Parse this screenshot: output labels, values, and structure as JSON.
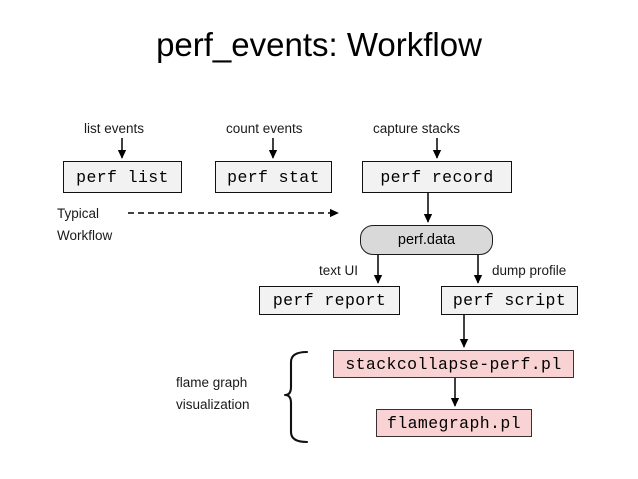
{
  "slide": {
    "title": "perf_events: Workflow",
    "background_color": "#ffffff"
  },
  "colors": {
    "command_box_fill": "#f2f2f2",
    "command_box_border": "#111111",
    "pink_box_fill": "#f9d3d3",
    "pink_box_border": "#3d3030",
    "data_file_fill": "#d9d9d9",
    "data_file_border": "#1a1a1a",
    "text": "#000000",
    "arrow": "#000000"
  },
  "captions": {
    "list_events": "list events",
    "count_events": "count events",
    "capture_stacks": "capture stacks",
    "typical_workflow_line1": "Typical",
    "typical_workflow_line2": "Workflow",
    "text_ui": "text UI",
    "dump_profile": "dump profile",
    "flame_graph_line1": "flame graph",
    "flame_graph_line2": "visualization"
  },
  "nodes": {
    "perf_list": "perf list",
    "perf_stat": "perf stat",
    "perf_record": "perf record",
    "perf_data": "perf.data",
    "perf_report": "perf report",
    "perf_script": "perf script",
    "stackcollapse": "stackcollapse-perf.pl",
    "flamegraph": "flamegraph.pl"
  }
}
